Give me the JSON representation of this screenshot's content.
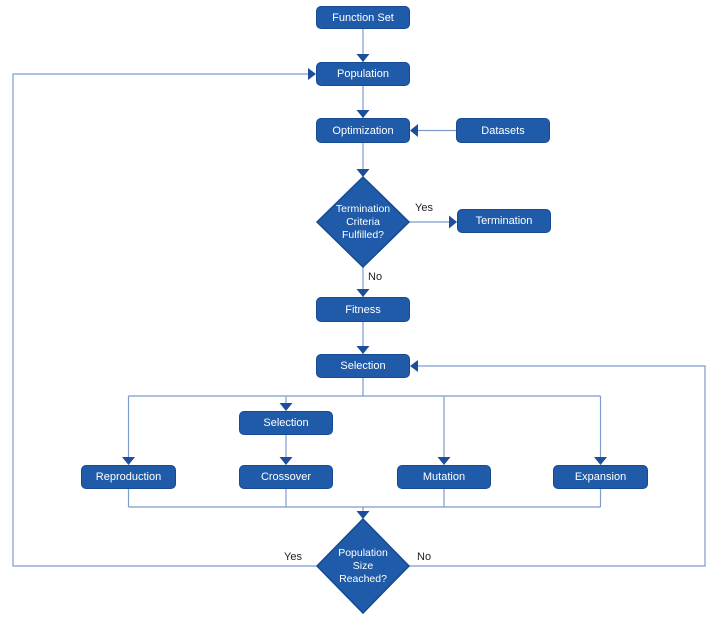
{
  "diagram": {
    "type": "flowchart",
    "subject": "genetic-programming-evolution-loop",
    "colors": {
      "node_fill": "#1f5ba9",
      "node_border": "#164a92",
      "node_text": "#ffffff",
      "line": "#7e9bcc",
      "arrowhead": "#1c4e9c",
      "edge_label_text": "#222222",
      "background": "#ffffff"
    },
    "nodes": {
      "function_set": {
        "label": "Function Set",
        "shape": "rounded-rect"
      },
      "population": {
        "label": "Population",
        "shape": "rounded-rect"
      },
      "optimization": {
        "label": "Optimization",
        "shape": "rounded-rect"
      },
      "datasets": {
        "label": "Datasets",
        "shape": "rounded-rect"
      },
      "termination_check": {
        "label": "Termination Criteria Fulfilled?",
        "lines": [
          "Termination",
          "Criteria",
          "Fulfilled?"
        ],
        "shape": "diamond"
      },
      "termination": {
        "label": "Termination",
        "shape": "rounded-rect"
      },
      "fitness": {
        "label": "Fitness",
        "shape": "rounded-rect"
      },
      "selection_main": {
        "label": "Selection",
        "shape": "rounded-rect"
      },
      "selection_sub": {
        "label": "Selection",
        "shape": "rounded-rect"
      },
      "reproduction": {
        "label": "Reproduction",
        "shape": "rounded-rect"
      },
      "crossover": {
        "label": "Crossover",
        "shape": "rounded-rect"
      },
      "mutation": {
        "label": "Mutation",
        "shape": "rounded-rect"
      },
      "expansion": {
        "label": "Expansion",
        "shape": "rounded-rect"
      },
      "population_size_check": {
        "label": "Population Size Reached?",
        "lines": [
          "Population",
          "Size",
          "Reached?"
        ],
        "shape": "diamond"
      }
    },
    "edge_labels": {
      "termination_yes": "Yes",
      "termination_no": "No",
      "loop_yes": "Yes",
      "loop_no": "No"
    },
    "edges": [
      {
        "from": "Function Set",
        "to": "Population"
      },
      {
        "from": "Population",
        "to": "Optimization"
      },
      {
        "from": "Datasets",
        "to": "Optimization"
      },
      {
        "from": "Optimization",
        "to": "Termination Criteria Fulfilled?"
      },
      {
        "from": "Termination Criteria Fulfilled?",
        "to": "Termination",
        "label": "Yes"
      },
      {
        "from": "Termination Criteria Fulfilled?",
        "to": "Fitness",
        "label": "No"
      },
      {
        "from": "Fitness",
        "to": "Selection"
      },
      {
        "from": "Selection",
        "to": "Reproduction"
      },
      {
        "from": "Selection",
        "to": "Selection (sub)"
      },
      {
        "from": "Selection",
        "to": "Mutation"
      },
      {
        "from": "Selection",
        "to": "Expansion"
      },
      {
        "from": "Selection (sub)",
        "to": "Crossover"
      },
      {
        "from": "Reproduction",
        "to": "Population Size Reached?"
      },
      {
        "from": "Crossover",
        "to": "Population Size Reached?"
      },
      {
        "from": "Mutation",
        "to": "Population Size Reached?"
      },
      {
        "from": "Expansion",
        "to": "Population Size Reached?"
      },
      {
        "from": "Population Size Reached?",
        "to": "Population",
        "label": "Yes"
      },
      {
        "from": "Population Size Reached?",
        "to": "Selection",
        "label": "No"
      }
    ]
  }
}
